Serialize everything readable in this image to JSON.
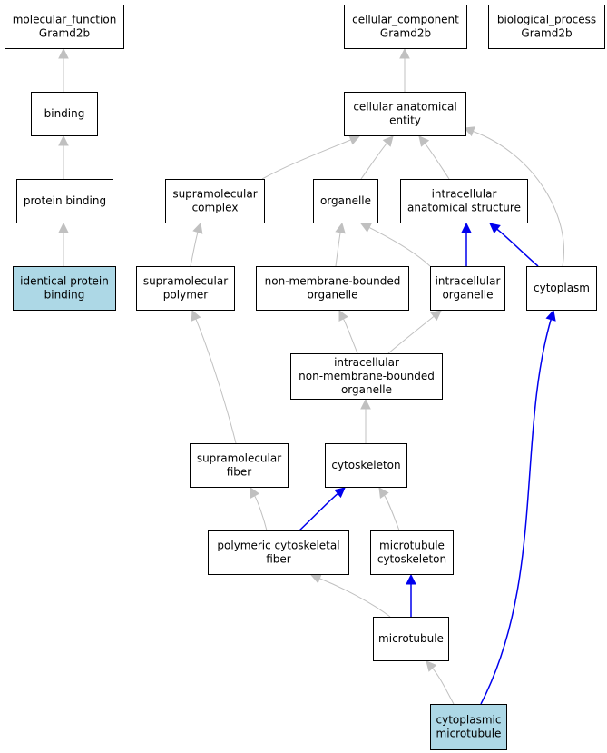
{
  "colors": {
    "node_fill": "#ffffff",
    "highlight_fill": "#add8e6",
    "edge_gray": "#c0c0c0",
    "edge_blue": "#0000ee"
  },
  "nodes": [
    {
      "id": "molecular-function",
      "lines": [
        "molecular_function",
        "Gramd2b"
      ],
      "highlight": false
    },
    {
      "id": "cellular-component",
      "lines": [
        "cellular_component",
        "Gramd2b"
      ],
      "highlight": false
    },
    {
      "id": "biological-process",
      "lines": [
        "biological_process",
        "Gramd2b"
      ],
      "highlight": false
    },
    {
      "id": "binding",
      "lines": [
        "binding"
      ],
      "highlight": false
    },
    {
      "id": "cellular-anatomical-entity",
      "lines": [
        "cellular anatomical",
        "entity"
      ],
      "highlight": false
    },
    {
      "id": "protein-binding",
      "lines": [
        "protein binding"
      ],
      "highlight": false
    },
    {
      "id": "supramolecular-complex",
      "lines": [
        "supramolecular",
        "complex"
      ],
      "highlight": false
    },
    {
      "id": "organelle",
      "lines": [
        "organelle"
      ],
      "highlight": false
    },
    {
      "id": "intracellular-anatomical-structure",
      "lines": [
        "intracellular",
        "anatomical structure"
      ],
      "highlight": false
    },
    {
      "id": "identical-protein-binding",
      "lines": [
        "identical protein",
        "binding"
      ],
      "highlight": true
    },
    {
      "id": "supramolecular-polymer",
      "lines": [
        "supramolecular",
        "polymer"
      ],
      "highlight": false
    },
    {
      "id": "non-membrane-bounded-organelle",
      "lines": [
        "non-membrane-bounded",
        "organelle"
      ],
      "highlight": false
    },
    {
      "id": "intracellular-organelle",
      "lines": [
        "intracellular",
        "organelle"
      ],
      "highlight": false
    },
    {
      "id": "cytoplasm",
      "lines": [
        "cytoplasm"
      ],
      "highlight": false
    },
    {
      "id": "intracellular-non-membrane-bounded-organelle",
      "lines": [
        "intracellular",
        "non-membrane-bounded",
        "organelle"
      ],
      "highlight": false
    },
    {
      "id": "supramolecular-fiber",
      "lines": [
        "supramolecular",
        "fiber"
      ],
      "highlight": false
    },
    {
      "id": "cytoskeleton",
      "lines": [
        "cytoskeleton"
      ],
      "highlight": false
    },
    {
      "id": "polymeric-cytoskeletal-fiber",
      "lines": [
        "polymeric cytoskeletal",
        "fiber"
      ],
      "highlight": false
    },
    {
      "id": "microtubule-cytoskeleton",
      "lines": [
        "microtubule",
        "cytoskeleton"
      ],
      "highlight": false
    },
    {
      "id": "microtubule",
      "lines": [
        "microtubule"
      ],
      "highlight": false
    },
    {
      "id": "cytoplasmic-microtubule",
      "lines": [
        "cytoplasmic",
        "microtubule"
      ],
      "highlight": true
    }
  ],
  "edges": [
    {
      "from": "binding",
      "to": "molecular-function",
      "color": "gray"
    },
    {
      "from": "protein-binding",
      "to": "binding",
      "color": "gray"
    },
    {
      "from": "identical-protein-binding",
      "to": "protein-binding",
      "color": "gray"
    },
    {
      "from": "cellular-anatomical-entity",
      "to": "cellular-component",
      "color": "gray"
    },
    {
      "from": "supramolecular-complex",
      "to": "cellular-anatomical-entity",
      "color": "gray"
    },
    {
      "from": "organelle",
      "to": "cellular-anatomical-entity",
      "color": "gray"
    },
    {
      "from": "intracellular-anatomical-structure",
      "to": "cellular-anatomical-entity",
      "color": "gray"
    },
    {
      "from": "cytoplasm",
      "to": "cellular-anatomical-entity",
      "color": "gray"
    },
    {
      "from": "supramolecular-polymer",
      "to": "supramolecular-complex",
      "color": "gray"
    },
    {
      "from": "non-membrane-bounded-organelle",
      "to": "organelle",
      "color": "gray"
    },
    {
      "from": "intracellular-organelle",
      "to": "organelle",
      "color": "gray"
    },
    {
      "from": "intracellular-organelle",
      "to": "intracellular-anatomical-structure",
      "color": "blue"
    },
    {
      "from": "cytoplasm",
      "to": "intracellular-anatomical-structure",
      "color": "blue"
    },
    {
      "from": "intracellular-non-membrane-bounded-organelle",
      "to": "non-membrane-bounded-organelle",
      "color": "gray"
    },
    {
      "from": "intracellular-non-membrane-bounded-organelle",
      "to": "intracellular-organelle",
      "color": "gray"
    },
    {
      "from": "supramolecular-fiber",
      "to": "supramolecular-polymer",
      "color": "gray"
    },
    {
      "from": "cytoskeleton",
      "to": "intracellular-non-membrane-bounded-organelle",
      "color": "gray"
    },
    {
      "from": "polymeric-cytoskeletal-fiber",
      "to": "supramolecular-fiber",
      "color": "gray"
    },
    {
      "from": "polymeric-cytoskeletal-fiber",
      "to": "cytoskeleton",
      "color": "blue"
    },
    {
      "from": "microtubule-cytoskeleton",
      "to": "cytoskeleton",
      "color": "gray"
    },
    {
      "from": "microtubule",
      "to": "polymeric-cytoskeletal-fiber",
      "color": "gray"
    },
    {
      "from": "microtubule",
      "to": "microtubule-cytoskeleton",
      "color": "blue"
    },
    {
      "from": "cytoplasmic-microtubule",
      "to": "microtubule",
      "color": "gray"
    },
    {
      "from": "cytoplasmic-microtubule",
      "to": "cytoplasm",
      "color": "blue"
    }
  ]
}
